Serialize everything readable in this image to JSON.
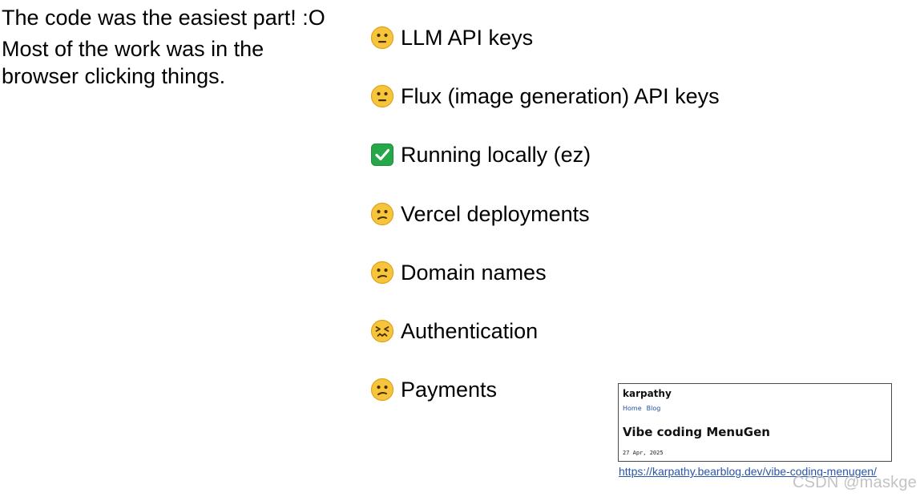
{
  "left_panel": {
    "title": "The code was the easiest part! :O",
    "body_line_1": "Most of the work was in the",
    "body_line_2": "browser clicking things."
  },
  "items": [
    {
      "label": "LLM API keys",
      "icon": "neutral-face-icon"
    },
    {
      "label": "Flux (image generation) API keys",
      "icon": "neutral-face-icon"
    },
    {
      "label": "Running locally (ez)",
      "icon": "green-check-box-icon"
    },
    {
      "label": "Vercel deployments",
      "icon": "confused-face-icon"
    },
    {
      "label": "Domain names",
      "icon": "confused-face-icon"
    },
    {
      "label": "Authentication",
      "icon": "confounded-face-icon"
    },
    {
      "label": "Payments",
      "icon": "confused-face-icon"
    }
  ],
  "preview": {
    "site_name": "karpathy",
    "nav_home": "Home",
    "nav_blog": "Blog",
    "post_title": "Vibe coding MenuGen",
    "date": "27 Apr, 2025"
  },
  "link": {
    "text": "https://karpathy.bearblog.dev/vibe-coding-menugen/"
  },
  "watermark": {
    "text": "CSDN @maskge"
  },
  "colors": {
    "link": "#2a55a8",
    "emoji_face": "#f7c53b",
    "checkbox_green": "#26a84a",
    "watermark": "#bebebe"
  }
}
